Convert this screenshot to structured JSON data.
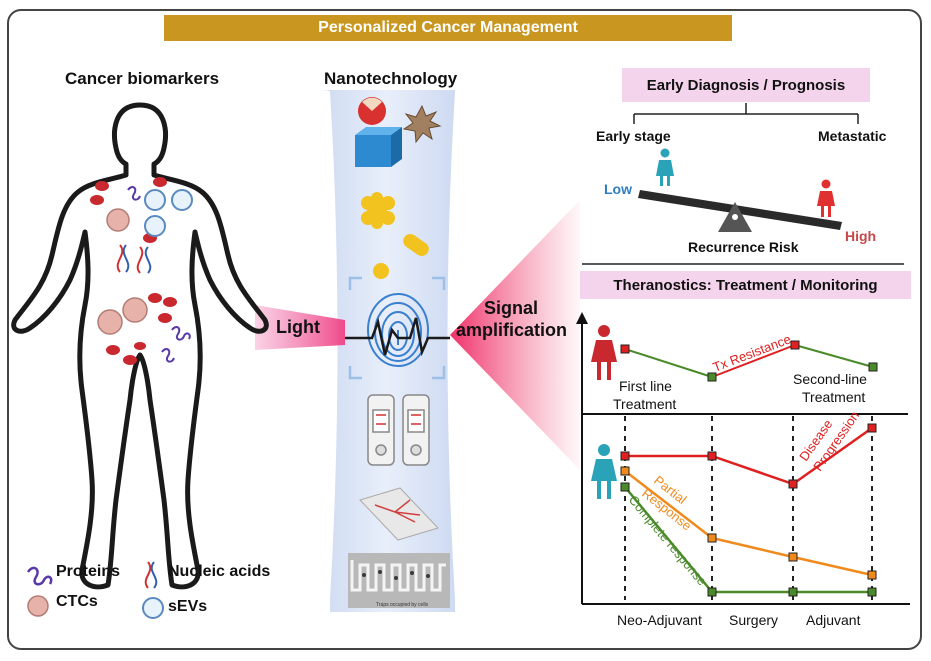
{
  "title": "Personalized Cancer Management",
  "left": {
    "heading": "Cancer biomarkers",
    "legend": [
      {
        "label": "Proteins",
        "icon": "protein-icon"
      },
      {
        "label": "Nucleic acids",
        "icon": "dna-icon"
      },
      {
        "label": "CTCs",
        "icon": "ctc-cell-icon"
      },
      {
        "label": "sEVs",
        "icon": "sev-vesicle-icon"
      }
    ]
  },
  "center": {
    "heading": "Nanotechnology",
    "light_label": "Light",
    "signal_label_line1": "Signal",
    "signal_label_line2": "amplification",
    "chip_caption": "Traps occupied by cells"
  },
  "right": {
    "diagnosis_box": "Early Diagnosis / Prognosis",
    "early_stage": "Early stage",
    "metastatic": "Metastatic",
    "low": "Low",
    "high": "High",
    "recurrence_risk": "Recurrence Risk",
    "theranostics_box": "Theranostics: Treatment / Monitoring",
    "first_line": "First line",
    "first_line_2": "Treatment",
    "tx_resistance": "Tx Resistance",
    "second_line": "Second-line",
    "second_line_2": "Treatment",
    "disease_progression_1": "Disease",
    "disease_progression_2": "Progression",
    "partial_1": "Partial",
    "partial_2": "Response",
    "complete_response": "Complete response",
    "phase_labels": [
      "Neo-Adjuvant",
      "Surgery",
      "Adjuvant"
    ]
  },
  "colors": {
    "banner": "#c9971f",
    "pink_box": "#f3d4ec",
    "red_line": "#e02020",
    "orange_line": "#f08a1c",
    "green_line": "#4a8a2a",
    "low_color": "#2f7fc0",
    "high_color": "#c44a4a"
  }
}
